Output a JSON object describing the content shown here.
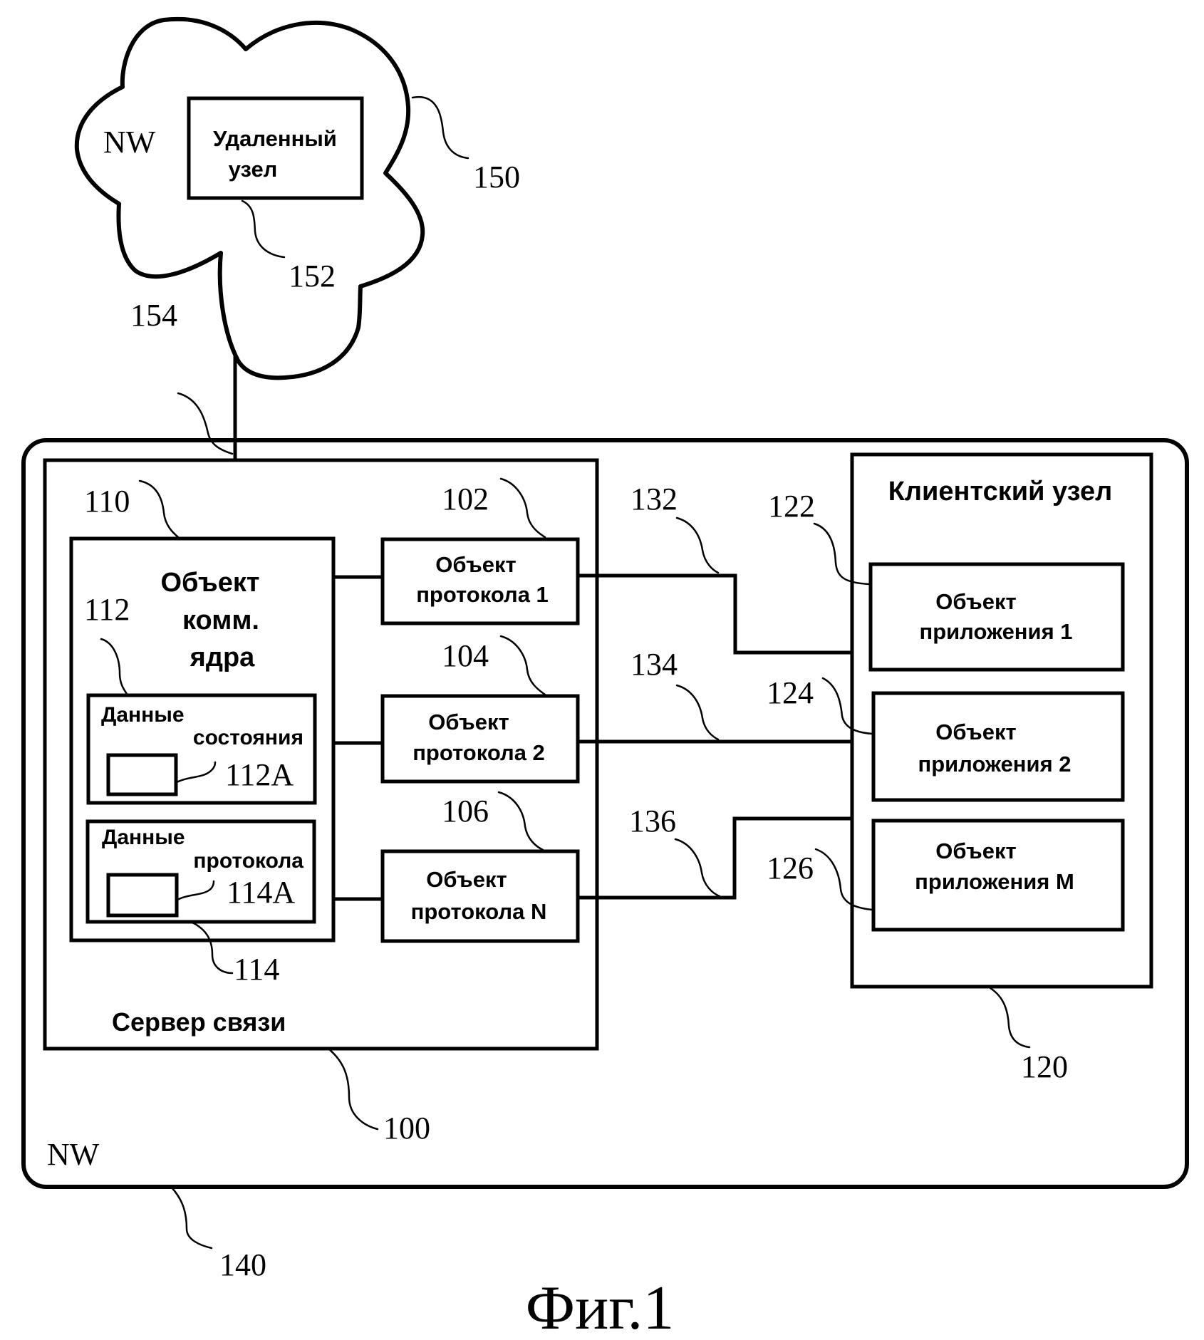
{
  "figure": {
    "caption": "Фиг.1"
  },
  "network_top": {
    "label": "NW",
    "ref": "150",
    "remote_node": {
      "line1": "Удаленный",
      "line2": "узел",
      "ref": "152"
    },
    "link_ref": "154"
  },
  "network_bottom": {
    "label": "NW",
    "ref": "140"
  },
  "server": {
    "label": "Сервер связи",
    "ref": "100",
    "core": {
      "line1": "Объект",
      "line2": "комм.",
      "line3": "ядра",
      "ref": "110",
      "state_data": {
        "line1": "Данные",
        "line2": "состояния",
        "ref": "112",
        "item_ref": "112A"
      },
      "protocol_data": {
        "line1": "Данные",
        "line2": "протокола",
        "ref": "114",
        "item_ref": "114A"
      }
    },
    "protocol_objects": [
      {
        "line1": "Объект",
        "line2": "протокола 1",
        "ref": "102"
      },
      {
        "line1": "Объект",
        "line2": "протокола 2",
        "ref": "104"
      },
      {
        "line1": "Объект",
        "line2": "протокола N",
        "ref": "106"
      }
    ]
  },
  "connections": [
    {
      "ref": "132"
    },
    {
      "ref": "134"
    },
    {
      "ref": "136"
    }
  ],
  "client": {
    "label": "Клиентский узел",
    "ref": "120",
    "app_objects": [
      {
        "line1": "Объект",
        "line2": "приложения 1",
        "ref": "122"
      },
      {
        "line1": "Объект",
        "line2": "приложения 2",
        "ref": "124"
      },
      {
        "line1": "Объект",
        "line2": "приложения M",
        "ref": "126"
      }
    ]
  }
}
